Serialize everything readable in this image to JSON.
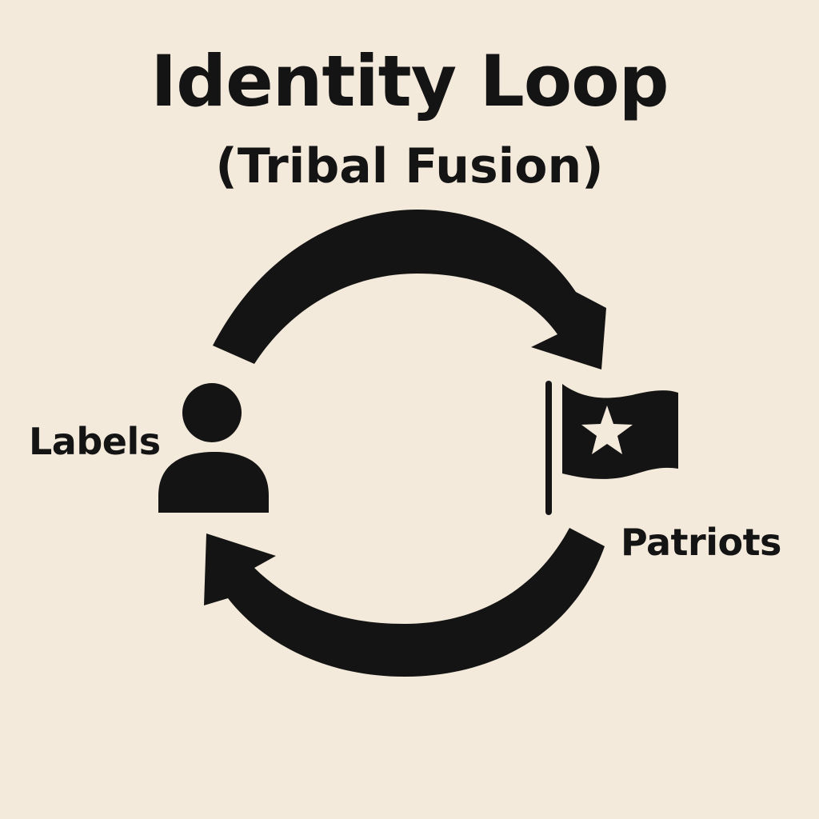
{
  "title": "Identity Loop",
  "subtitle": "(Tribal Fusion)",
  "nodes": {
    "left": {
      "label": "Labels",
      "icon": "person-icon"
    },
    "right": {
      "label": "Patriots",
      "icon": "star-flag-icon"
    }
  },
  "arrows": {
    "top": {
      "icon": "curved-arrow-right-icon",
      "from": "Labels",
      "to": "Patriots"
    },
    "bottom": {
      "icon": "curved-arrow-left-icon",
      "from": "Patriots",
      "to": "Labels"
    }
  },
  "colors": {
    "background": "#f4eadb",
    "ink": "#141414"
  }
}
